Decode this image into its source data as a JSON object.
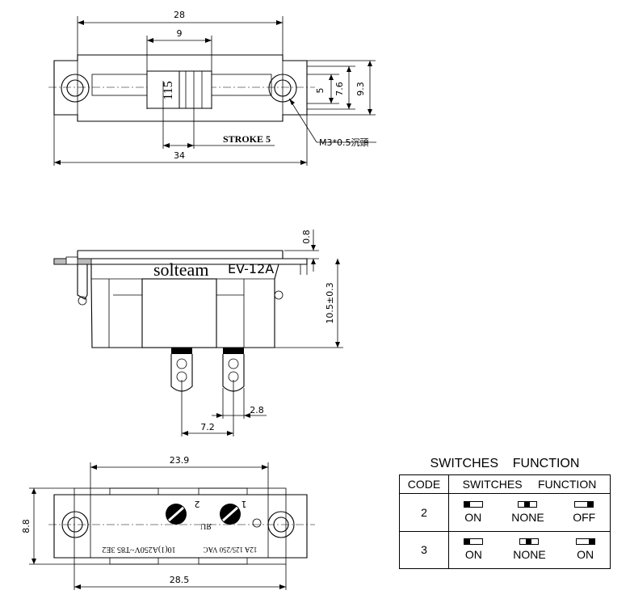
{
  "top_view": {
    "dim_overall_top": "28",
    "dim_slider_width": "9",
    "dim_5": "5",
    "dim_7_6": "7.6",
    "dim_9_3": "9.3",
    "stroke_label": "STROKE 5",
    "dim_overall_bottom": "34",
    "screw_callout": "M3*0.5沉頭",
    "slider_marking": "115"
  },
  "side_view": {
    "brand": "solteam",
    "model": "EV-12A",
    "dim_0_8": "0.8",
    "dim_height": "10.5±0.3",
    "dim_7_2": "7.2",
    "dim_2_8": "2.8"
  },
  "bottom_view": {
    "dim_23_9": "23.9",
    "dim_8_8": "8.8",
    "dim_28_5": "28.5",
    "terminal_2": "2",
    "terminal_1": "1",
    "rating_text": "12A 125/250 VAC",
    "rating_text2": "10(1)A250V~T85 3E2"
  },
  "function_table": {
    "title": "SWITCHES    FUNCTION",
    "col_code": "CODE",
    "col_switches": "SWITCHES",
    "col_function": "FUNCTION",
    "rows": [
      {
        "code": "2",
        "states": [
          {
            "label": "ON",
            "knob": "left"
          },
          {
            "label": "NONE",
            "knob": "mid"
          },
          {
            "label": "OFF",
            "knob": "right"
          }
        ]
      },
      {
        "code": "3",
        "states": [
          {
            "label": "ON",
            "knob": "left"
          },
          {
            "label": "NONE",
            "knob": "mid"
          },
          {
            "label": "ON",
            "knob": "right"
          }
        ]
      }
    ]
  }
}
